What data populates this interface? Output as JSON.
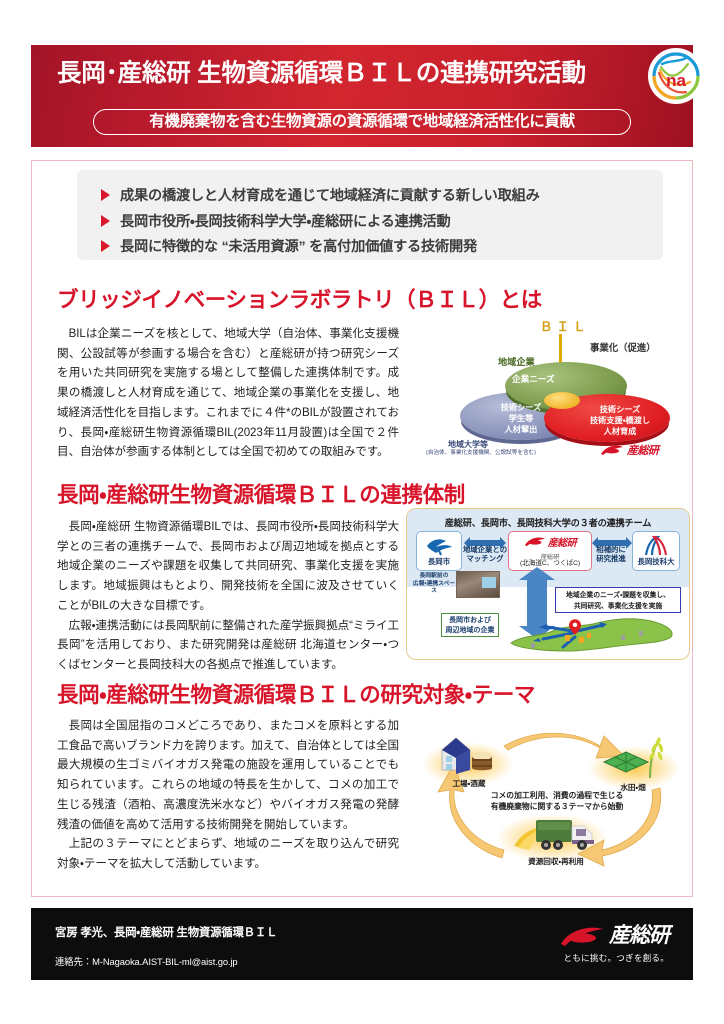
{
  "header": {
    "title": "長岡･産総研 生物資源循環ＢＩＬの連携研究活動",
    "subtitle": "有機廃棄物を含む生物資源の資源循環で地域経済活性化に貢献",
    "logo_name": "na",
    "colors": {
      "banner_red": "#c8202c",
      "accent_red": "#d71429",
      "footer_black": "#0d0d0d"
    }
  },
  "bullets": [
    "成果の橋渡しと人材育成を通じて地域経済に貢献する新しい取組み",
    "長岡市役所・長岡技術科学大学・産総研による連携活動",
    "長岡に特徴的な “未活用資源” を高付加価値する技術開発"
  ],
  "sections": [
    {
      "heading": "ブリッジイノベーションラボラトリ（ＢＩＬ）とは",
      "paragraphs": [
        "BILは企業ニーズを核として、地域大学（自治体、事業化支援機関、公設試等が参画する場合を含む）と産総研が持つ研究シーズを用いた共同研究を実施する場として整備した連携体制です。成果の橋渡しと人材育成を通じて、地域企業の事業化を支援し、地域経済活性化を目指します。これまでに４件*のBILが設置されており、長岡・産総研生物資源循環BIL(2023年11月設置)は全国で２件目、自治体が参画する体制としては全国で初めての取組みです。"
      ]
    },
    {
      "heading": "長岡・産総研生物資源循環ＢＩＬの連携体制",
      "paragraphs": [
        "長岡・産総研 生物資源循環BILでは、長岡市役所・長岡技術科学大学との三者の連携チームで、長岡市および周辺地域を拠点とする地域企業のニーズや課題を収集して共同研究、事業化支援を実施します。地域振興はもとより、開発技術を全国に波及させていくことがBILの大きな目標です。",
        "広報・連携活動には長岡駅前に整備された産学振興拠点“ミライ工長岡”を活用しており、また研究開発は産総研 北海道センター・つくばセンターと長岡技科大の各拠点で推進しています。"
      ]
    },
    {
      "heading": "長岡・産総研生物資源循環ＢＩＬの研究対象・テーマ",
      "paragraphs": [
        "長岡は全国屈指のコメどころであり、またコメを原料とする加工食品で高いブランド力を誇ります。加えて、自治体としては全国最大規模の生ゴミバイオガス発電の施設を運用していることでも知られています。これらの地域の特長を生かして、コメの加工で生じる残渣（酒粕、高濃度洗米水など）やバイオガス発電の発酵残渣の価値を高めて活用する技術開発を開始しています。",
        "上記の３テーマにとどまらず、地域のニーズを取り込んで研究対象・テーマを拡大して活動しています。"
      ]
    }
  ],
  "figure_bil": {
    "title": "ＢＩＬ",
    "green_label": "地域企業",
    "green_inner": "企業ニーズ",
    "blue_lines": [
      "技術シーズ",
      "学生等",
      "人材輩出"
    ],
    "blue_label": "地域大学等",
    "blue_sublabel": "(自治体、事業化支援機関、公設試等を含む)",
    "red_lines": [
      "技術シーズ",
      "技術支援・橋渡し",
      "人材育成"
    ],
    "arrow_label": "事業化（促進）",
    "aist_logo": "産総研"
  },
  "figure_collab": {
    "title": "産総研、長岡市、長岡技科大学の３者の連携チーム",
    "node_city": "長岡市",
    "node_aist_logo": "産総研",
    "node_aist_name": "産総研",
    "node_aist_sub": "(北海道C、つくばC)",
    "node_univ": "長岡技科大",
    "conn_left": [
      "地域企業との",
      "マッチング"
    ],
    "conn_right": [
      "相補的に",
      "研究推進"
    ],
    "photo_caption": [
      "長岡駅前の",
      "広報・連携スペース"
    ],
    "needs_box": [
      "地域企業のニーズ・課題を収集し、",
      "共同研究、事業化支援を実施"
    ],
    "enterprise_box": [
      "長岡市および",
      "周辺地域の企業"
    ]
  },
  "figure_cycle": {
    "cap_factory": "工場・酒蔵",
    "cap_field": "水田・畑",
    "cap_recycle": "資源回収・再利用",
    "center_lines": [
      "コメの加工利用、消費の過程で生じる",
      "有機廃棄物に関する３テーマから始動"
    ]
  },
  "footer": {
    "name": "宮房 孝光、長岡・産総研 生物資源循環ＢＩＬ",
    "contact": "連絡先：M-Nagaoka.AIST-BIL-ml@aist.go.jp",
    "logo_word": "産総研",
    "tagline": "ともに挑む。つぎを創る。"
  }
}
